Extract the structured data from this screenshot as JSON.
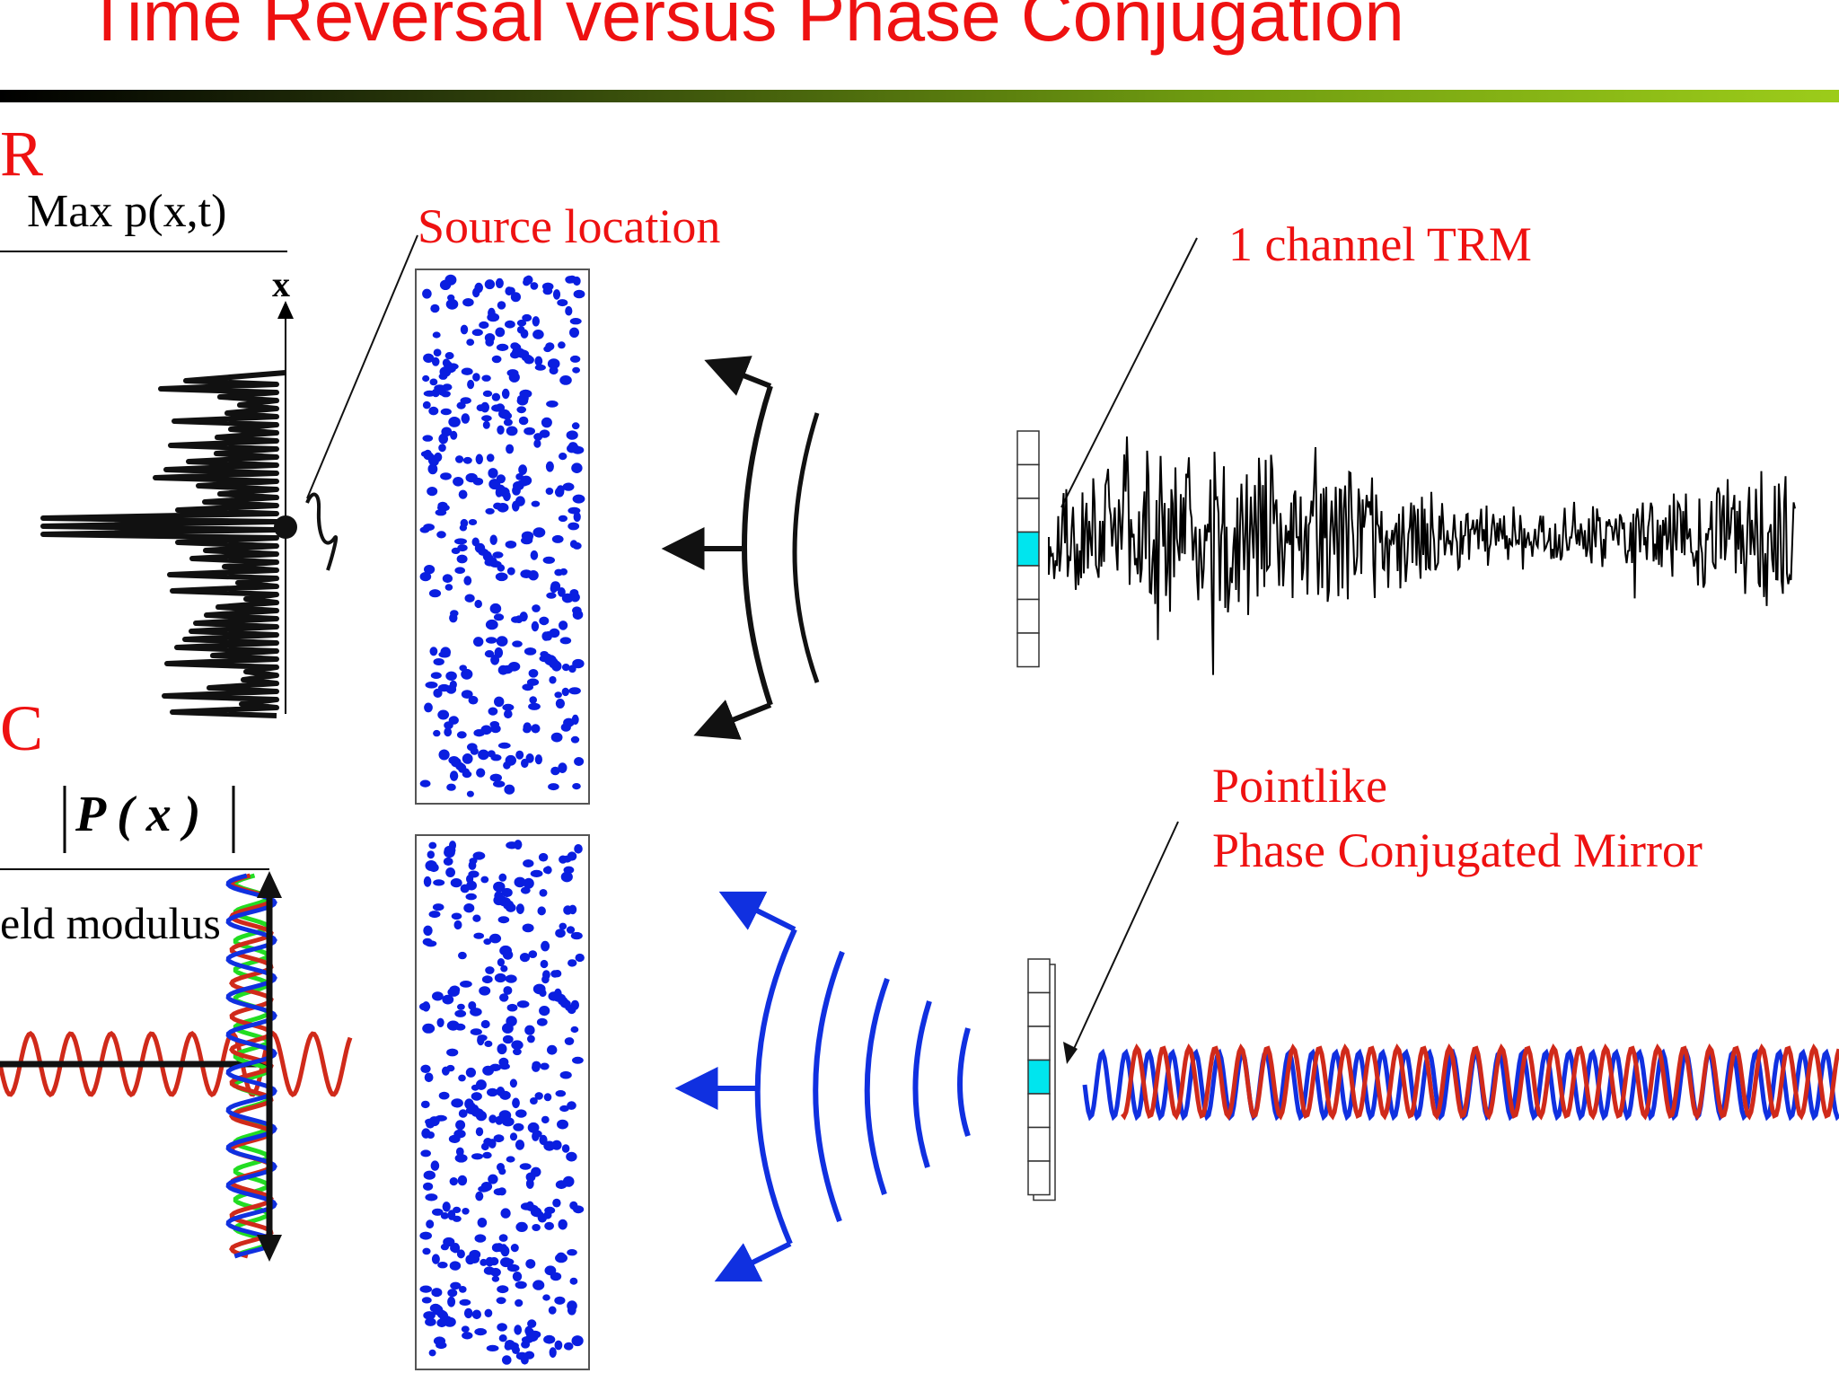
{
  "slide": {
    "title": "Time Reversal versus Phase Conjugation",
    "title_color": "#ee1111",
    "bar_gradient": [
      "#000000",
      "#2a3a0a",
      "#6e9a10",
      "#9ccc1a"
    ]
  },
  "tr_section": {
    "label": "R",
    "plot_title": "Max p(x,t)",
    "axis_label": "x",
    "source_label": "Source location",
    "trm_label": "1 channel TRM"
  },
  "pc_section": {
    "label": "C",
    "plot_title": "|P(x)|",
    "field_label": "eld modulus",
    "mirror_label_line1": "Pointlike",
    "mirror_label_line2": "Phase Conjugated Mirror"
  },
  "colors": {
    "label_red": "#ee1111",
    "scatterer_blue": "#0a1ee0",
    "wave_blue": "#1030e0",
    "wave_red": "#d02a1a",
    "wave_green": "#22dd22",
    "element_cyan": "#00e5ee"
  }
}
